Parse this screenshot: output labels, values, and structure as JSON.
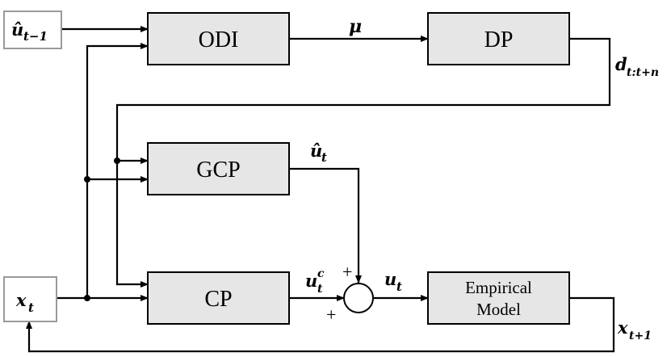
{
  "blocks": {
    "odi": "ODI",
    "dp": "DP",
    "gcp": "GCP",
    "cp": "CP",
    "empirical_line1": "Empirical",
    "empirical_line2": "Model"
  },
  "inputs": {
    "u_prev": {
      "accent": "û",
      "base": "u",
      "sub": "t−1"
    },
    "x_t": {
      "base": "x",
      "sub": "t"
    }
  },
  "signals": {
    "mu": "μ",
    "d": {
      "base": "d",
      "sub": "t:t+n"
    },
    "u_hat": {
      "base": "û",
      "sub": "t"
    },
    "u_c": {
      "base": "u",
      "sup": "c",
      "sub": "t"
    },
    "u_t": {
      "base": "u",
      "sub": "t"
    },
    "x_next": {
      "base": "x",
      "sub": "t+1"
    }
  },
  "summing_signs": {
    "top": "+",
    "left": "+"
  },
  "colors": {
    "block_fill": "#e6e6e6",
    "io_border": "#9a9a9a",
    "line": "#000000"
  }
}
